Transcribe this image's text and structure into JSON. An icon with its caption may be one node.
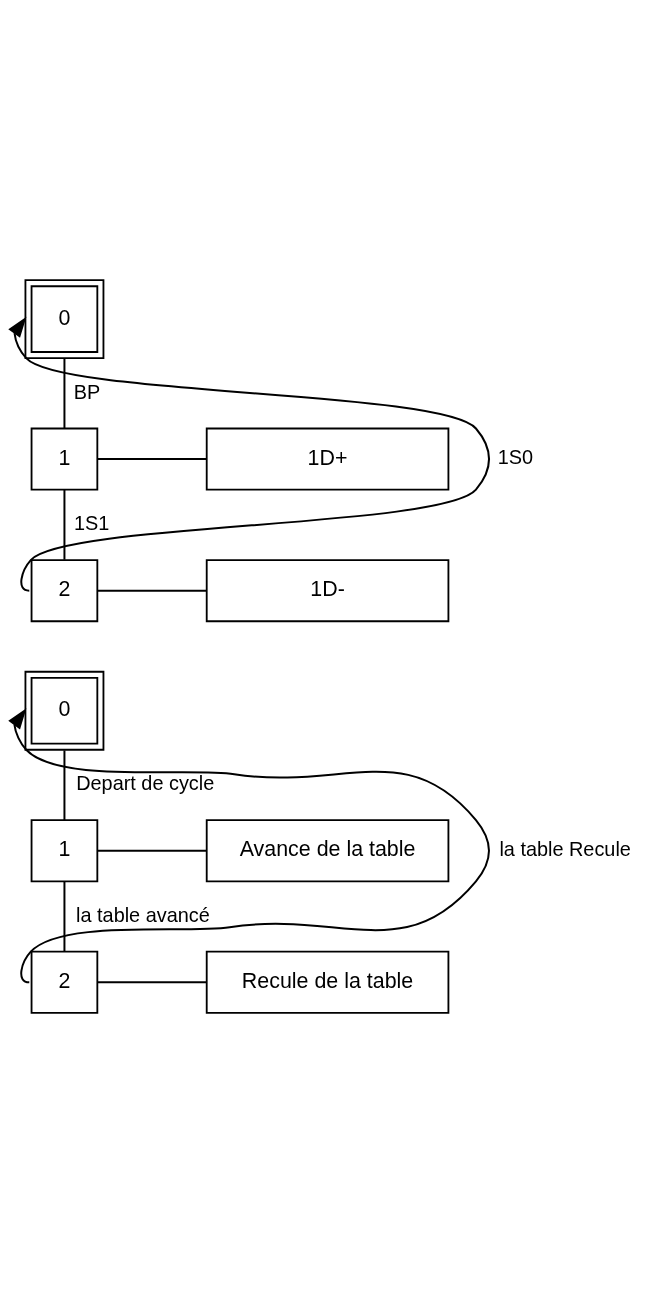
{
  "diagram": {
    "nodes": [
      {
        "text": [
          "0"
        ]
      },
      {
        "text": [
          "1"
        ]
      },
      {
        "text": [
          "1D+"
        ]
      },
      {
        "text": [
          "2"
        ]
      },
      {
        "text": [
          "1D-"
        ]
      },
      {
        "text": [
          "0"
        ]
      },
      {
        "text": [
          "1"
        ]
      },
      {
        "text": [
          "Avance de la table"
        ]
      },
      {
        "text": [
          "2"
        ]
      },
      {
        "text": [
          "Recule de la table"
        ]
      }
    ],
    "edges": [
      {
        "from": 0,
        "to": 1,
        "arrow": "none",
        "label": "BP"
      },
      {
        "from": 1,
        "to": 2,
        "arrow": "none"
      },
      {
        "from": 1,
        "to": 3,
        "arrow": "none",
        "label": "1S1"
      },
      {
        "from": 3,
        "to": 4,
        "arrow": "none"
      },
      {
        "from": 3,
        "to": 0,
        "arrow": "to",
        "label": "1S0"
      },
      {
        "from": 5,
        "to": 6,
        "arrow": "none",
        "label": "Depart de cycle"
      },
      {
        "from": 6,
        "to": 7,
        "arrow": "none"
      },
      {
        "from": 6,
        "to": 8,
        "arrow": "none",
        "label": "la table avancé"
      },
      {
        "from": 8,
        "to": 9,
        "arrow": "none"
      },
      {
        "from": 8,
        "to": 5,
        "arrow": "to",
        "label": "la table Recule"
      }
    ]
  }
}
